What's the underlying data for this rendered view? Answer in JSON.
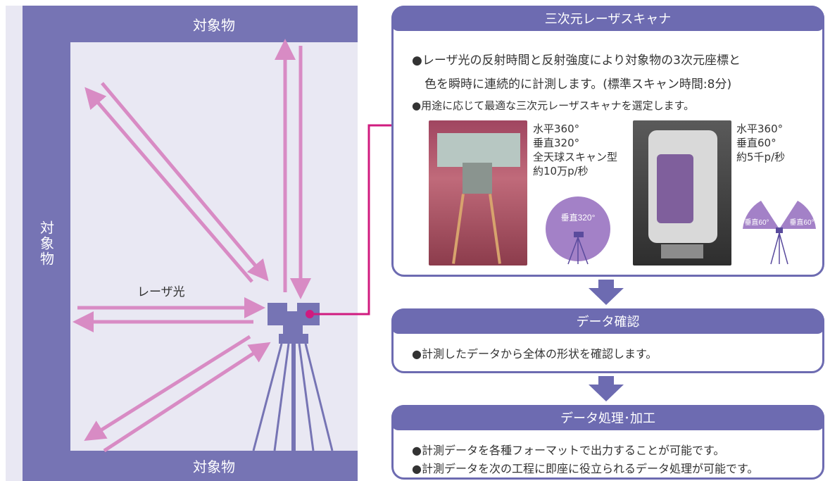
{
  "left": {
    "object_top": "対象物",
    "object_bottom": "対象物",
    "object_left": "対象物",
    "laser_label": "レーザ光"
  },
  "scanner_box": {
    "title": "三次元レーザスキャナ",
    "line1": "●レーザ光の反射時間と反射強度により対象物の3次元座標と",
    "line2": "色を瞬時に連続的に計測します。(標準スキャン時間:8分)",
    "line3": "●用途に応じて最適な三次元レーザスキャナを選定します。",
    "scanner1": {
      "specs": [
        "水平360°",
        "垂直320°",
        "全天球スキャン型",
        "約10万p/秒"
      ],
      "fov_label": "垂直320°"
    },
    "scanner2": {
      "specs": [
        "水平360°",
        "垂直60°",
        "約5千p/秒"
      ],
      "fov_left": "垂直60°",
      "fov_right": "垂直60°"
    }
  },
  "check_box": {
    "title": "データ確認",
    "line1": "●計測したデータから全体の形状を確認します。"
  },
  "process_box": {
    "title": "データ処理･加工",
    "line1": "●計測データを各種フォーマットで出力することが可能です。",
    "line2": "●計測データを次の工程に即座に役立られるデータ処理が可能です。"
  },
  "colors": {
    "accent": "#6d6bb1",
    "arrow": "#d88bc4",
    "magenta": "#d01b7f",
    "panel": "#e9e8f3"
  }
}
